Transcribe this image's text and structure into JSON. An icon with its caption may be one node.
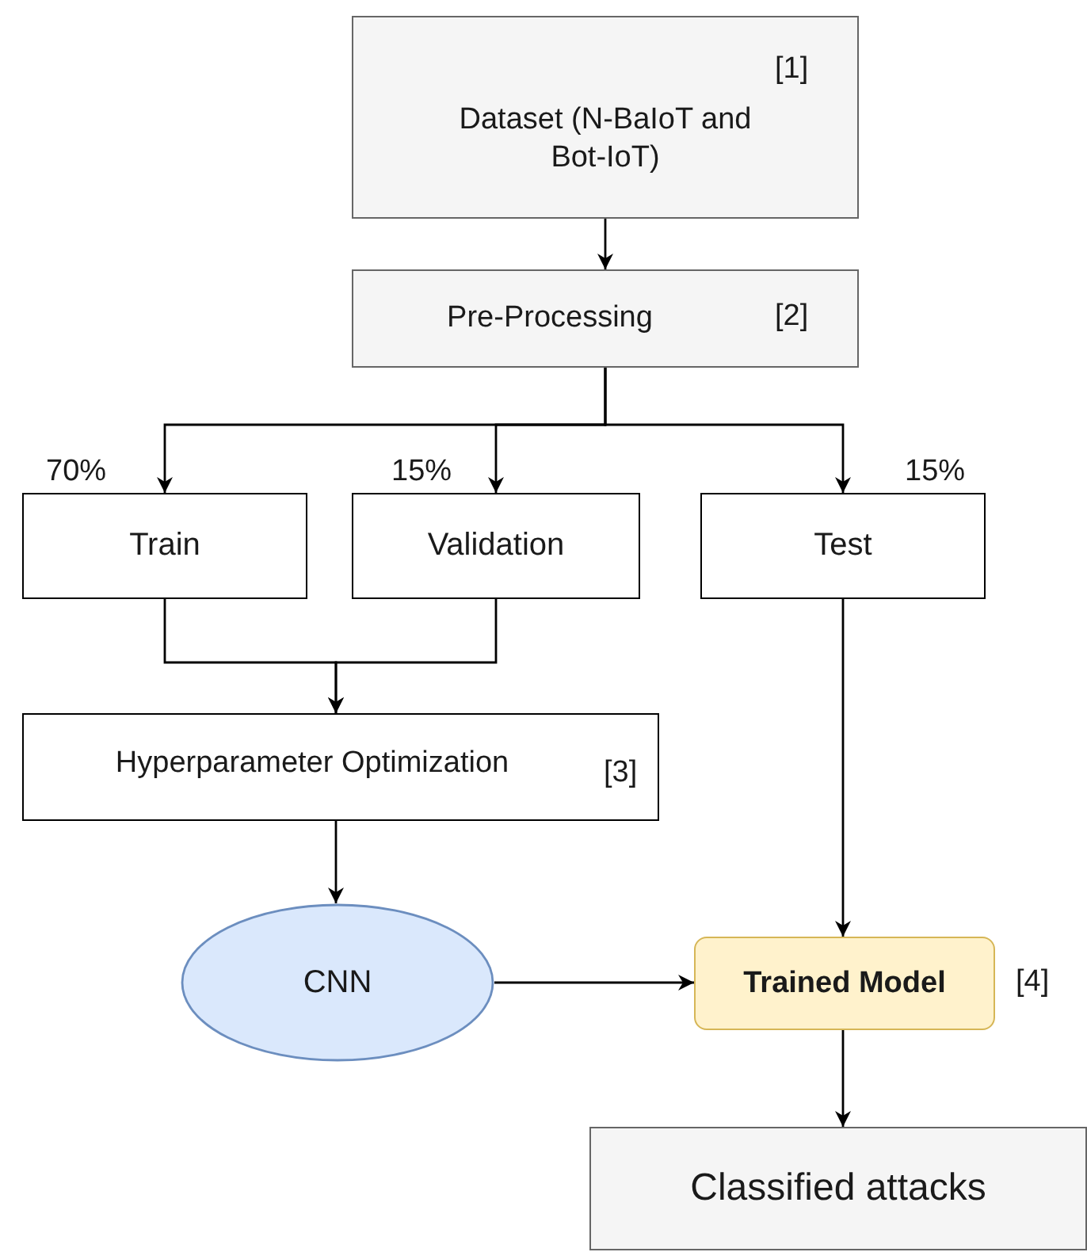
{
  "diagram": {
    "nodes": [
      {
        "text": [
          "[1]",
          "Dataset (N-BaIoT and Bot-IoT)"
        ]
      },
      {
        "text": [
          "Pre-Processing",
          "[2]"
        ]
      },
      {
        "text": [
          "Train"
        ]
      },
      {
        "text": [
          "Validation"
        ]
      },
      {
        "text": [
          "Test"
        ]
      },
      {
        "text": [
          "Hyperparameter Optimization",
          "[3]"
        ]
      },
      {
        "text": [
          "CNN"
        ]
      },
      {
        "text": [
          "Trained Model"
        ],
        "beside": [
          "[4]"
        ]
      },
      {
        "text": [
          "Classified attacks"
        ]
      }
    ],
    "edges": [
      {
        "from": 0,
        "to": 1,
        "arrow": "to"
      },
      {
        "from": 1,
        "to": 2,
        "arrow": "to",
        "label": "70%"
      },
      {
        "from": 1,
        "to": 3,
        "arrow": "to",
        "label": "15%"
      },
      {
        "from": 1,
        "to": 4,
        "arrow": "to",
        "label": "15%"
      },
      {
        "from": 2,
        "to": 5,
        "arrow": "to"
      },
      {
        "from": 3,
        "to": 5,
        "arrow": "to"
      },
      {
        "from": 5,
        "to": 6,
        "arrow": "to"
      },
      {
        "from": 6,
        "to": 7,
        "arrow": "to"
      },
      {
        "from": 4,
        "to": 7,
        "arrow": "to"
      },
      {
        "from": 7,
        "to": 8,
        "arrow": "to"
      }
    ]
  }
}
